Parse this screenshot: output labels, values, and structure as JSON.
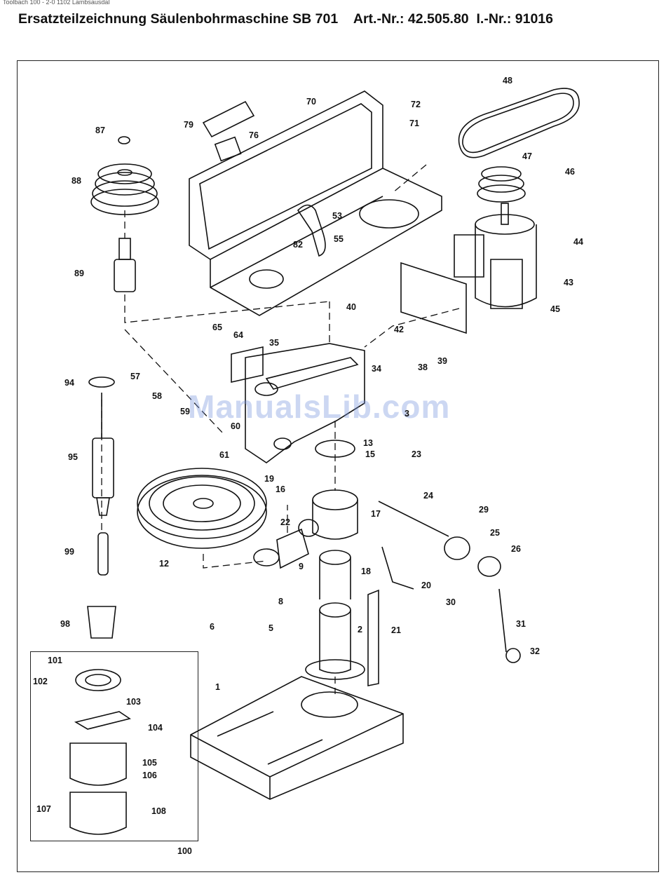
{
  "page": {
    "top_cut_text": "Toolbach 100 - 2-0 1102 Lambsausdal",
    "title": "Ersatzteilzeichnung Säulenbohrmaschine SB 701",
    "article_no": "Art.-Nr.: 42.505.80",
    "ident_no": "I.-Nr.: 91016",
    "watermark": "ManualsLib.com"
  },
  "part_labels": [
    "1",
    "2",
    "3",
    "5",
    "6",
    "8",
    "9",
    "12",
    "13",
    "15",
    "16",
    "17",
    "18",
    "19",
    "20",
    "21",
    "22",
    "23",
    "24",
    "25",
    "26",
    "29",
    "30",
    "31",
    "32",
    "34",
    "35",
    "38",
    "39",
    "40",
    "42",
    "43",
    "44",
    "45",
    "46",
    "47",
    "48",
    "53",
    "55",
    "57",
    "58",
    "59",
    "60",
    "61",
    "64",
    "65",
    "70",
    "71",
    "72",
    "76",
    "79",
    "82",
    "87",
    "88",
    "89",
    "94",
    "95",
    "98",
    "99",
    "100",
    "101",
    "102",
    "103",
    "104",
    "105",
    "106",
    "107",
    "108"
  ]
}
